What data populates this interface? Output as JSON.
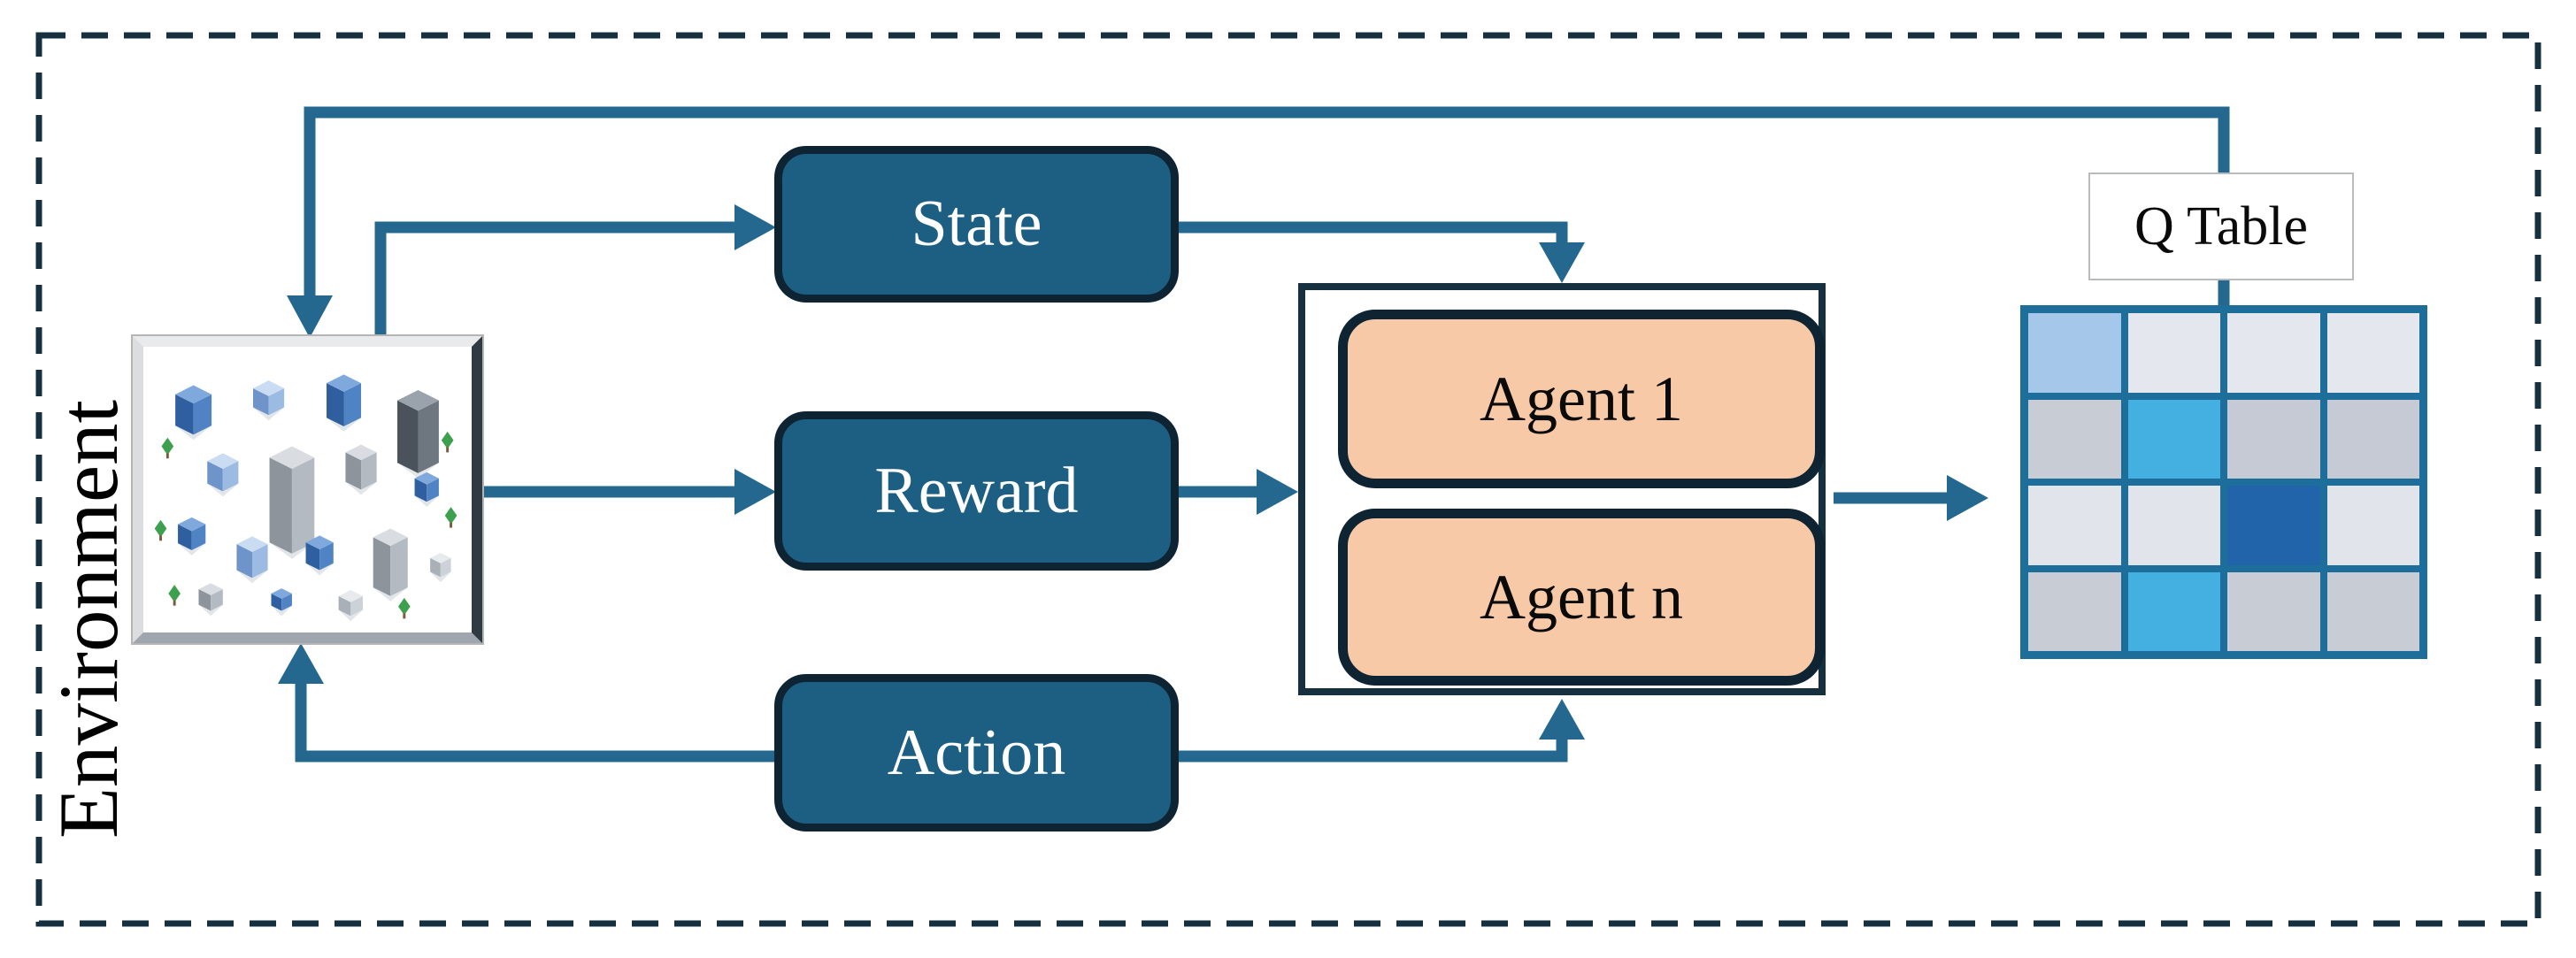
{
  "environment": {
    "label": "Environment",
    "image_icon": "isometric-city-illustration"
  },
  "boxes": {
    "state": "State",
    "reward": "Reward",
    "action": "Action"
  },
  "agents": {
    "items": [
      "Agent 1",
      "Agent n"
    ]
  },
  "q_table": {
    "label": "Q Table",
    "grid": [
      [
        "#a5c8ea",
        "#e4e8ee",
        "#e4e8ee",
        "#e4e8ee"
      ],
      [
        "#c8ccd5",
        "#44b0e2",
        "#c6cad4",
        "#c6cad4"
      ],
      [
        "#e1e5eb",
        "#e1e5eb",
        "#2264aa",
        "#e1e5eb"
      ],
      [
        "#c8ccd5",
        "#44b0e2",
        "#c8ccd5",
        "#c8ccd5"
      ]
    ]
  },
  "colors": {
    "arrow": "#24688f",
    "node_fill": "#1d5f83",
    "node_border": "#0e2433",
    "agent_fill": "#f7c9a7",
    "dashed_frame": "#16303f",
    "grid_line": "#1e6e9c"
  },
  "arrow_icons": [
    "feedback-arrow",
    "state-in-arrow",
    "state-out-arrow",
    "reward-in-arrow",
    "reward-out-arrow",
    "agents-to-qtable-arrow",
    "action-to-agents-arrow",
    "action-to-environment-arrow"
  ]
}
